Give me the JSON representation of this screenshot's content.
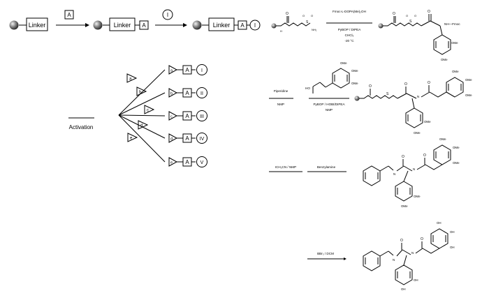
{
  "scheme": {
    "linker_label": "Linker",
    "first_addition_label": "A",
    "second_addition_label": "I",
    "activation_label": "Activation",
    "diversity_letters": [
      "a",
      "b",
      "c",
      "d",
      "e"
    ],
    "product_roman": [
      "I",
      "II",
      "III",
      "IV",
      "V"
    ]
  },
  "synthesis": {
    "step1": {
      "reagent_top": "Fmoc-L-DOPA(Me)₂OH",
      "reagent_mid": "PyBOP / DIPEA",
      "reagent_bot1": "CHCl₃",
      "reagent_bot2": "-20 °C",
      "resin_amine_label": "NH₂",
      "fmoc_label": "NH—Fmoc"
    },
    "step2": {
      "left_top": "Piperidine",
      "left_bot": "NMP",
      "right_bot1": "PyBOP / HOBt/DIPEA",
      "right_bot2": "NMP",
      "acid_label": "HO"
    },
    "step3": {
      "left": "ICH₂CN / NMP",
      "right": "Benzylamine"
    },
    "step4": {
      "reagent": "BBr₃ / DCM"
    },
    "atom_labels": {
      "ome": "OMe",
      "oh": "OH",
      "nh": "H",
      "n": "N",
      "o": "O",
      "s": "S",
      "h": "H"
    }
  }
}
